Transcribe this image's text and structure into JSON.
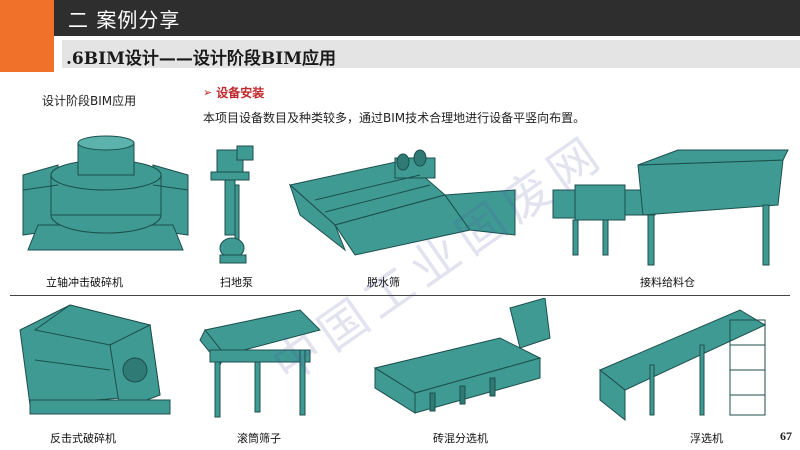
{
  "header": {
    "title": "二 案例分享"
  },
  "subtitle": {
    "prefix": ".6BIM",
    "title_cn": "设计——设计阶段",
    "suffix_en": "BIM",
    "suffix_cn": "应用"
  },
  "left_label": "设计阶段BIM应用",
  "section": {
    "bullet_arrow": "➢",
    "bullet_title": "设备安装",
    "description": "本项目设备数目及种类较多，通过BIM技术合理地进行设备平竖向布置。"
  },
  "equipment": [
    {
      "label": "立轴冲击破碎机"
    },
    {
      "label": "扫地泵"
    },
    {
      "label": "脱水筛"
    },
    {
      "label": "接料给料仓"
    },
    {
      "label": "反击式破碎机"
    },
    {
      "label": "滚筒筛子"
    },
    {
      "label": "砖混分选机"
    },
    {
      "label": "浮选机"
    }
  ],
  "watermark": "中国工业固废网",
  "page_number": "67",
  "colors": {
    "header_bg": "#2e2e2e",
    "accent": "#f0712a",
    "subtitle_bg": "#e4e4e4",
    "bullet_red": "#c0282d",
    "equipment_teal": "#3f9a94"
  }
}
